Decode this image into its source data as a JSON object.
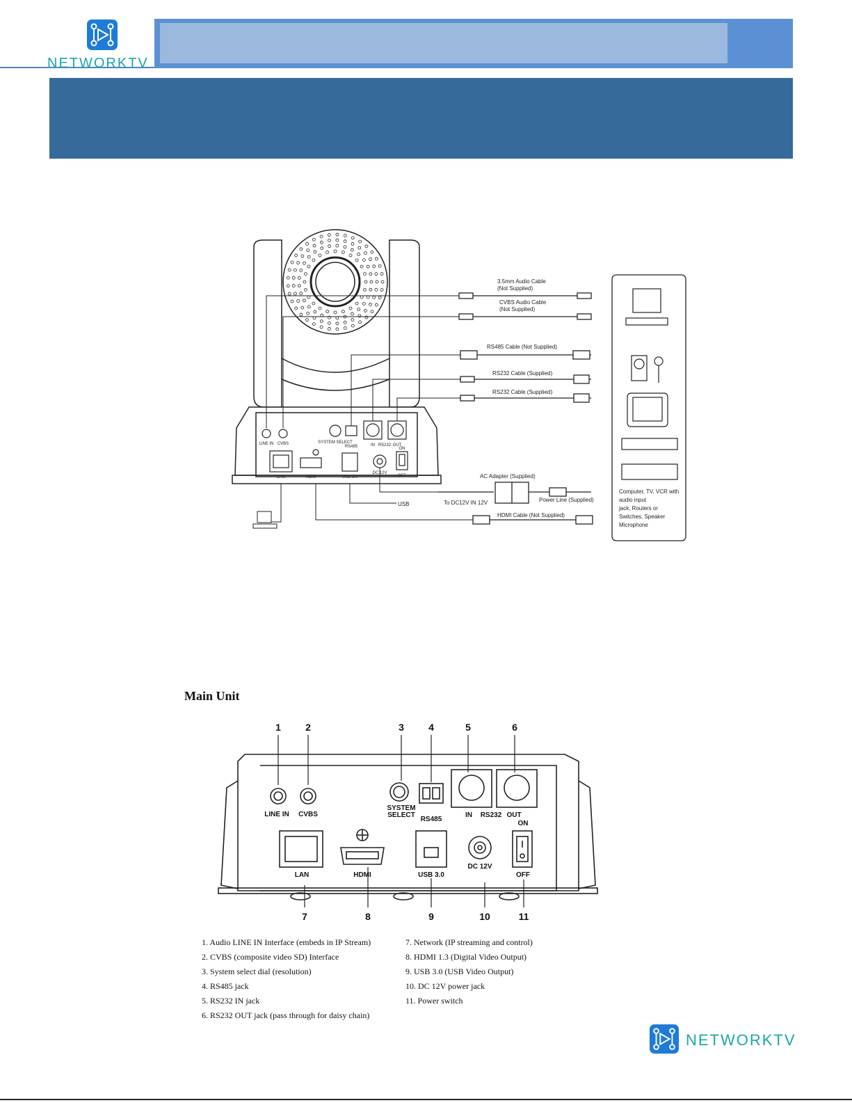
{
  "brand": {
    "name": "NETWORKTV",
    "logo_icon": "network-tv-logo-icon",
    "accent": "#1f7bd8",
    "text_color": "#19a7a8"
  },
  "header": {
    "bar_color": "#5b90d4",
    "bar_inner_color": "#9bb8de",
    "band_color": "#366a9b"
  },
  "connection_diagram": {
    "cables": {
      "audio_35": "3.5mm Audio Cable",
      "audio_35_note": "(Not Supplied)",
      "cvbs": "CVBS Audio Cable",
      "cvbs_note": "(Not Supplied)",
      "rs485": "RS485 Cable (Not Supplied)",
      "rs232_a": "RS232 Cable (Supplied)",
      "rs232_b": "RS232 Cable (Supplied)",
      "ac_adapter": "AC Adapter (Supplied)",
      "to_dc": "To DC12V IN 12V",
      "power_line": "Power Line (Supplied)",
      "usb": "USB",
      "hdmi": "HDMI Cable (Not Supplied)"
    },
    "panel_labels": {
      "line_in": "LINE IN",
      "cvbs": "CVBS",
      "system_select": "SYSTEM SELECT",
      "rs485": "RS485",
      "in": "IN",
      "rs232": "RS232",
      "out": "OUT",
      "on": "ON",
      "off": "OFF",
      "lan": "LAN",
      "hdmi": "HDMI",
      "usb30": "USB 3.0",
      "dc12v": "DC 12V"
    },
    "devices_caption": [
      "Computer, TV, VCR with",
      "audio input",
      "jack, Routers or",
      "Switches, Speaker",
      "Microphone"
    ]
  },
  "main_unit": {
    "title": "Main Unit",
    "numbers_top": [
      "1",
      "2",
      "3",
      "4",
      "5",
      "6"
    ],
    "numbers_bottom": [
      "7",
      "8",
      "9",
      "10",
      "11"
    ],
    "labels": {
      "line_in": "LINE IN",
      "cvbs": "CVBS",
      "system": "SYSTEM",
      "select": "SELECT",
      "rs485": "RS485",
      "in": "IN",
      "rs232": "RS232",
      "out": "OUT",
      "on": "ON",
      "off": "OFF",
      "lan": "LAN",
      "hdmi": "HDMI",
      "usb30": "USB 3.0",
      "dc12v": "DC 12V"
    },
    "legend_left": [
      "1. Audio LINE IN Interface (embeds in IP Stream)",
      "2. CVBS (composite video SD) Interface",
      "3. System select dial (resolution)",
      "4. RS485 jack",
      "5. RS232 IN jack",
      "6. RS232 OUT jack (pass through for daisy chain)"
    ],
    "legend_right": [
      "7. Network (IP streaming and control)",
      "8. HDMI 1.3 (Digital Video Output)",
      "9. USB 3.0 (USB Video Output)",
      "10. DC 12V power jack",
      "11. Power switch"
    ]
  }
}
